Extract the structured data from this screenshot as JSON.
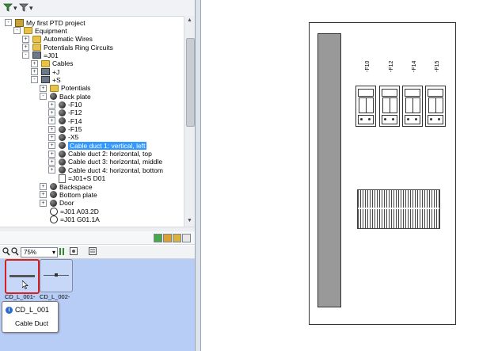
{
  "toolbar": {
    "filter_icon": "filter-icon",
    "filter2_icon": "filter-dropdown-icon"
  },
  "tree": {
    "items": [
      {
        "label": "My first PTD project",
        "level": 0,
        "icon": "project",
        "expand": "-"
      },
      {
        "label": "Equipment",
        "level": 1,
        "icon": "folder",
        "expand": "-"
      },
      {
        "label": "Automatic Wires",
        "level": 2,
        "icon": "wires",
        "expand": "+"
      },
      {
        "label": "Potentials Ring Circuits",
        "level": 2,
        "icon": "folder",
        "expand": "+"
      },
      {
        "label": "=J01",
        "level": 2,
        "icon": "db",
        "expand": "-"
      },
      {
        "label": "Cables",
        "level": 3,
        "icon": "folder",
        "expand": "+"
      },
      {
        "label": "+J",
        "level": 3,
        "icon": "db",
        "expand": "+"
      },
      {
        "label": "+S",
        "level": 3,
        "icon": "db",
        "expand": "-"
      },
      {
        "label": "Potentials",
        "level": 4,
        "icon": "folder",
        "expand": "+"
      },
      {
        "label": "Back plate",
        "level": 4,
        "icon": "part",
        "expand": "-"
      },
      {
        "label": "-F10",
        "level": 5,
        "icon": "part",
        "expand": "+"
      },
      {
        "label": "-F12",
        "level": 5,
        "icon": "part",
        "expand": "+"
      },
      {
        "label": "-F14",
        "level": 5,
        "icon": "part",
        "expand": "+"
      },
      {
        "label": "-F15",
        "level": 5,
        "icon": "part",
        "expand": "+"
      },
      {
        "label": "-X5",
        "level": 5,
        "icon": "part",
        "expand": "+"
      },
      {
        "label": "Cable duct 1: vertical, left",
        "level": 5,
        "icon": "part",
        "expand": "+",
        "selected": true
      },
      {
        "label": "Cable duct 2: horizontal, top",
        "level": 5,
        "icon": "part",
        "expand": "+"
      },
      {
        "label": "Cable duct 3: horizontal, middle",
        "level": 5,
        "icon": "part",
        "expand": "+"
      },
      {
        "label": "Cable duct 4: horizontal, bottom",
        "level": 5,
        "icon": "part",
        "expand": "+"
      },
      {
        "label": "=J01+S D01",
        "level": 5,
        "icon": "doc",
        "expand": ""
      },
      {
        "label": "Backspace",
        "level": 4,
        "icon": "part",
        "expand": "+"
      },
      {
        "label": "Bottom plate",
        "level": 4,
        "icon": "part",
        "expand": "+"
      },
      {
        "label": "Door",
        "level": 4,
        "icon": "part",
        "expand": "+"
      },
      {
        "label": "=J01 A03.2D",
        "level": 4,
        "icon": "sym",
        "expand": ""
      },
      {
        "label": "=J01 G01.1A",
        "level": 4,
        "icon": "sym",
        "expand": ""
      }
    ]
  },
  "zoom": {
    "value": "75%"
  },
  "library": {
    "tiles": [
      {
        "label": "CD_L_001-",
        "selected": true
      },
      {
        "label": "CD_L_002-",
        "selected": false
      }
    ]
  },
  "tooltip": {
    "title": "CD_L_001",
    "subtitle": "Cable Duct"
  },
  "canvas": {
    "breakers": [
      "-F10",
      "-F12",
      "-F14",
      "-F15"
    ]
  }
}
